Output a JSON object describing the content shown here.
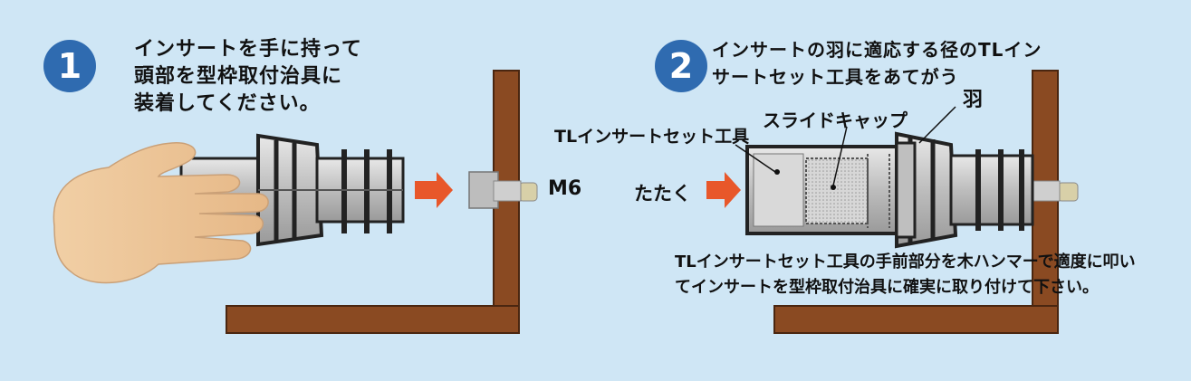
{
  "step1": {
    "number": "1",
    "instruction_lines": [
      "インサートを手に持って",
      "頭部を型枠取付治具に",
      "装着してください。"
    ],
    "bolt_label": "M6"
  },
  "step2": {
    "number": "2",
    "instruction_lines": [
      "インサートの羽に適応する径のTLイン",
      "サートセット工具をあてがう"
    ],
    "wing_label": "羽",
    "slide_cap_label": "スライドキャップ",
    "tool_label": "TLインサートセット工具",
    "tap_label": "たたく",
    "note_lines": [
      "TLインサートセット工具の手前部分を木ハンマーで適度に叩い",
      "てインサートを型枠取付治具に確実に取り付けて下さい。"
    ]
  },
  "colors": {
    "background": "#cfe6f5",
    "badge": "#2f6bb0",
    "frame_wood": "#8a4a22",
    "arrow": "#e8572a",
    "metal": "#c9c9c9"
  }
}
